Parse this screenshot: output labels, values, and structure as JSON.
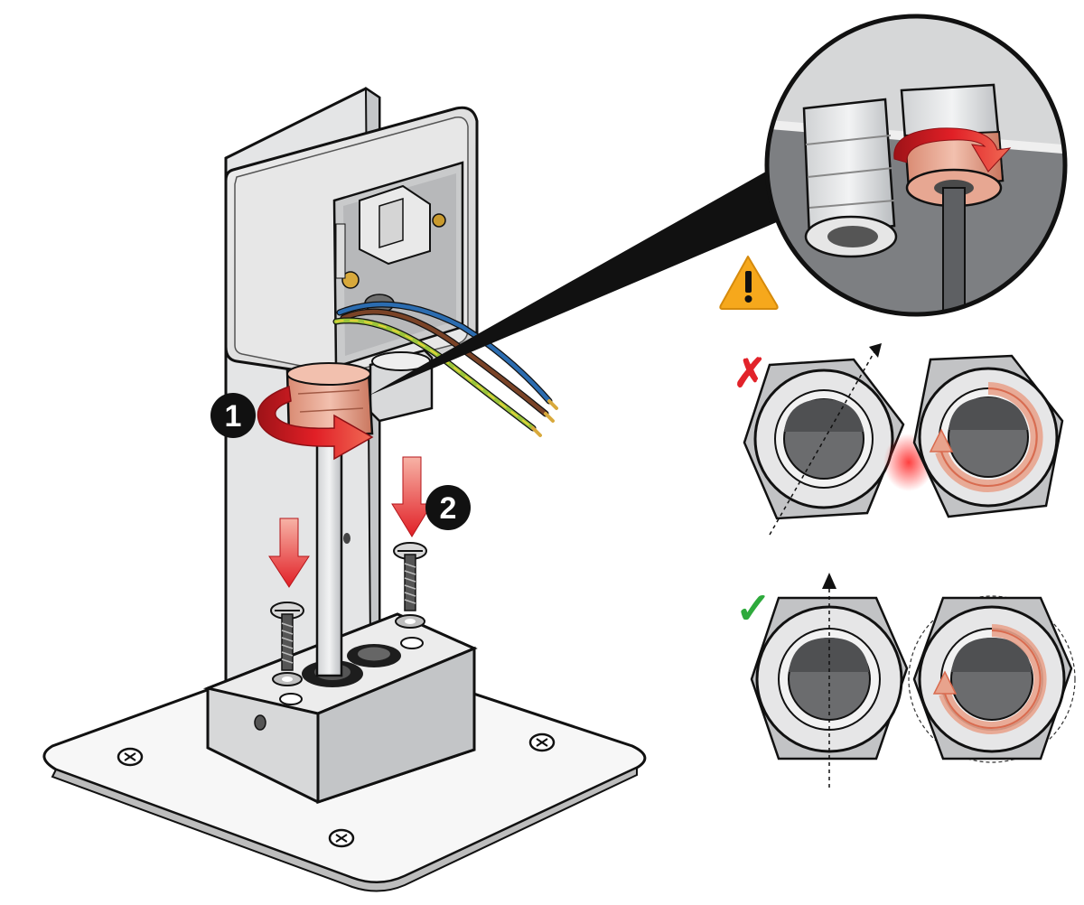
{
  "steps": [
    {
      "number": "1",
      "action": "rotate-gland"
    },
    {
      "number": "2",
      "action": "insert-screws"
    }
  ],
  "warning": {
    "icon": "warning-triangle-icon"
  },
  "comparison": {
    "wrong": {
      "mark": "✗",
      "icon": "cross-icon"
    },
    "right": {
      "mark": "✓",
      "icon": "check-icon"
    }
  },
  "colors": {
    "arrow_red": "#e11f26",
    "copper": "#e8a38d",
    "wrong_mark": "#e2232a",
    "right_mark": "#2eaa3c",
    "warning_fill": "#f6a81c",
    "wire_brown": "#7a4327",
    "wire_blue": "#2b6cb0",
    "wire_green_yellow": "#9bc43a"
  }
}
